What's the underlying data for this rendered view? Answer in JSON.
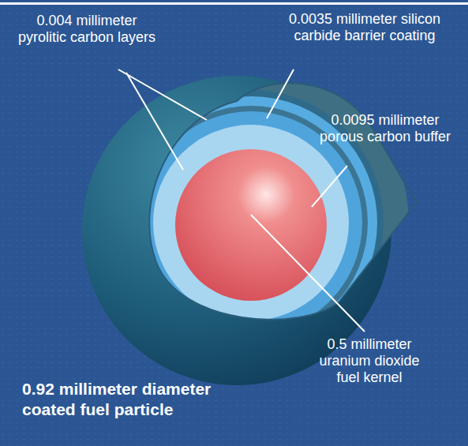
{
  "diagram": {
    "caption": "0.92 millimeter diameter coated fuel particle",
    "labels": [
      "0.004 millimeter pyrolitic carbon layers",
      "0.0035 millimeter silicon carbide barrier coating",
      "0.0095 millimeter porous carbon buffer",
      "0.5 millimeter uranium dioxide fuel kernel"
    ]
  }
}
